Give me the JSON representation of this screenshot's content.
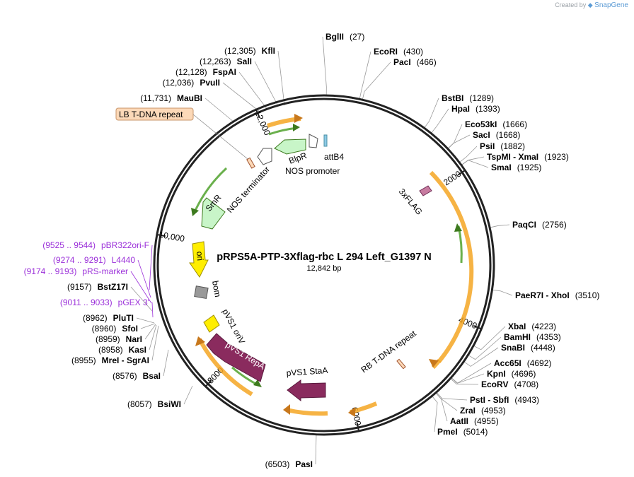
{
  "credit": {
    "prefix": "Created by",
    "brand": "SnapGene"
  },
  "plasmid": {
    "name": "pRPS5A-PTP-3Xflag-rbc L 294 Left_G1397 N",
    "size_label": "12,842 bp",
    "length": 12842
  },
  "ticks": [
    {
      "bp": 2000,
      "label": "2000"
    },
    {
      "bp": 4000,
      "label": "4000"
    },
    {
      "bp": 6000,
      "label": "6000"
    },
    {
      "bp": 8000,
      "label": "8000"
    },
    {
      "bp": 10000,
      "label": "10,000"
    },
    {
      "bp": 12000,
      "label": "12,000"
    }
  ],
  "right_labels": [
    {
      "bp": 27,
      "name": "BglII",
      "pos": "(27)"
    },
    {
      "bp": 430,
      "name": "EcoRI",
      "pos": "(430)"
    },
    {
      "bp": 466,
      "name": "PacI",
      "pos": "(466)"
    },
    {
      "bp": 1289,
      "name": "BstBI",
      "pos": "(1289)"
    },
    {
      "bp": 1393,
      "name": "HpaI",
      "pos": "(1393)"
    },
    {
      "bp": 1666,
      "name": "Eco53kI",
      "pos": "(1666)"
    },
    {
      "bp": 1668,
      "name": "SacI",
      "pos": "(1668)"
    },
    {
      "bp": 1882,
      "name": "PsiI",
      "pos": "(1882)"
    },
    {
      "bp": 1923,
      "name": "TspMI - XmaI",
      "pos": "(1923)"
    },
    {
      "bp": 1925,
      "name": "SmaI",
      "pos": "(1925)"
    },
    {
      "bp": 2756,
      "name": "PaqCI",
      "pos": "(2756)"
    },
    {
      "bp": 3510,
      "name": "PaeR7I - XhoI",
      "pos": "(3510)"
    },
    {
      "bp": 4223,
      "name": "XbaI",
      "pos": "(4223)"
    },
    {
      "bp": 4353,
      "name": "BamHI",
      "pos": "(4353)"
    },
    {
      "bp": 4448,
      "name": "SnaBI",
      "pos": "(4448)"
    },
    {
      "bp": 4692,
      "name": "Acc65I",
      "pos": "(4692)"
    },
    {
      "bp": 4696,
      "name": "KpnI",
      "pos": "(4696)"
    },
    {
      "bp": 4708,
      "name": "EcoRV",
      "pos": "(4708)"
    },
    {
      "bp": 4943,
      "name": "PstI - SbfI",
      "pos": "(4943)"
    },
    {
      "bp": 4953,
      "name": "ZraI",
      "pos": "(4953)"
    },
    {
      "bp": 4955,
      "name": "AatII",
      "pos": "(4955)"
    },
    {
      "bp": 5014,
      "name": "PmeI",
      "pos": "(5014)"
    }
  ],
  "left_labels": [
    {
      "bp": 6503,
      "name": "PasI",
      "pos": "(6503)",
      "type": "enzyme"
    },
    {
      "bp": 8057,
      "name": "BsiWI",
      "pos": "(8057)",
      "type": "enzyme"
    },
    {
      "bp": 8576,
      "name": "BsaI",
      "pos": "(8576)",
      "type": "enzyme"
    },
    {
      "bp": 8955,
      "name": "MreI - SgrAI",
      "pos": "(8955)",
      "type": "enzyme"
    },
    {
      "bp": 8958,
      "name": "KasI",
      "pos": "(8958)",
      "type": "enzyme"
    },
    {
      "bp": 8959,
      "name": "NarI",
      "pos": "(8959)",
      "type": "enzyme"
    },
    {
      "bp": 8960,
      "name": "SfoI",
      "pos": "(8960)",
      "type": "enzyme"
    },
    {
      "bp": 8962,
      "name": "PluTI",
      "pos": "(8962)",
      "type": "enzyme"
    },
    {
      "bp": 9011,
      "name": "pGEX 3'",
      "pos": "(9011 .. 9033)",
      "type": "primer"
    },
    {
      "bp": 9157,
      "name": "BstZ17I",
      "pos": "(9157)",
      "type": "enzyme"
    },
    {
      "bp": 9174,
      "name": "pRS-marker",
      "pos": "(9174 .. 9193)",
      "type": "primer"
    },
    {
      "bp": 9274,
      "name": "L4440",
      "pos": "(9274 .. 9291)",
      "type": "primer"
    },
    {
      "bp": 9525,
      "name": "pBR322ori-F",
      "pos": "(9525 .. 9544)",
      "type": "primer"
    },
    {
      "bp": 11731,
      "name": "MauBI",
      "pos": "(11,731)",
      "type": "enzyme"
    },
    {
      "bp": 12036,
      "name": "PvuII",
      "pos": "(12,036)",
      "type": "enzyme"
    },
    {
      "bp": 12128,
      "name": "FspAI",
      "pos": "(12,128)",
      "type": "enzyme"
    },
    {
      "bp": 12263,
      "name": "SalI",
      "pos": "(12,263)",
      "type": "enzyme"
    },
    {
      "bp": 12305,
      "name": "KflI",
      "pos": "(12,305)",
      "type": "enzyme"
    }
  ],
  "features": [
    {
      "name": "LB T-DNA repeat"
    },
    {
      "name": "attB4"
    },
    {
      "name": "BlpR"
    },
    {
      "name": "NOS promoter"
    },
    {
      "name": "NOS terminator"
    },
    {
      "name": "SmR"
    },
    {
      "name": "3xFLAG"
    },
    {
      "name": "ori"
    },
    {
      "name": "bom"
    },
    {
      "name": "pVS1 oriV"
    },
    {
      "name": "pVS1 RepA"
    },
    {
      "name": "pVS1 StaA"
    },
    {
      "name": "RB T-DNA repeat"
    }
  ],
  "colors": {
    "backbone": "#222222",
    "orange_track": "#f5a623",
    "green_arrow": "#6ab04c",
    "ori_yellow": "#ffee00",
    "repA_purple": "#8a2b5e",
    "smr_green": "#c8f5c8",
    "primer_purple": "#9b30d9",
    "lb_box": "#fcd9b8"
  }
}
